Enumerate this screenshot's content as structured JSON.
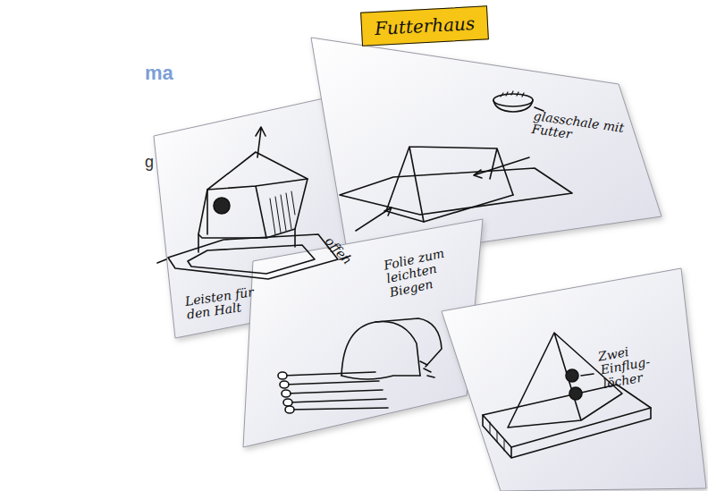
{
  "diagram": {
    "title": "Futterhaus",
    "labels": [
      "ma",
      "g",
      "Leisten für den Halt",
      "glasschale mit Futter",
      "offen",
      "Folie zum leichten Biegen",
      "Zwei Einflug-löcher"
    ]
  }
}
